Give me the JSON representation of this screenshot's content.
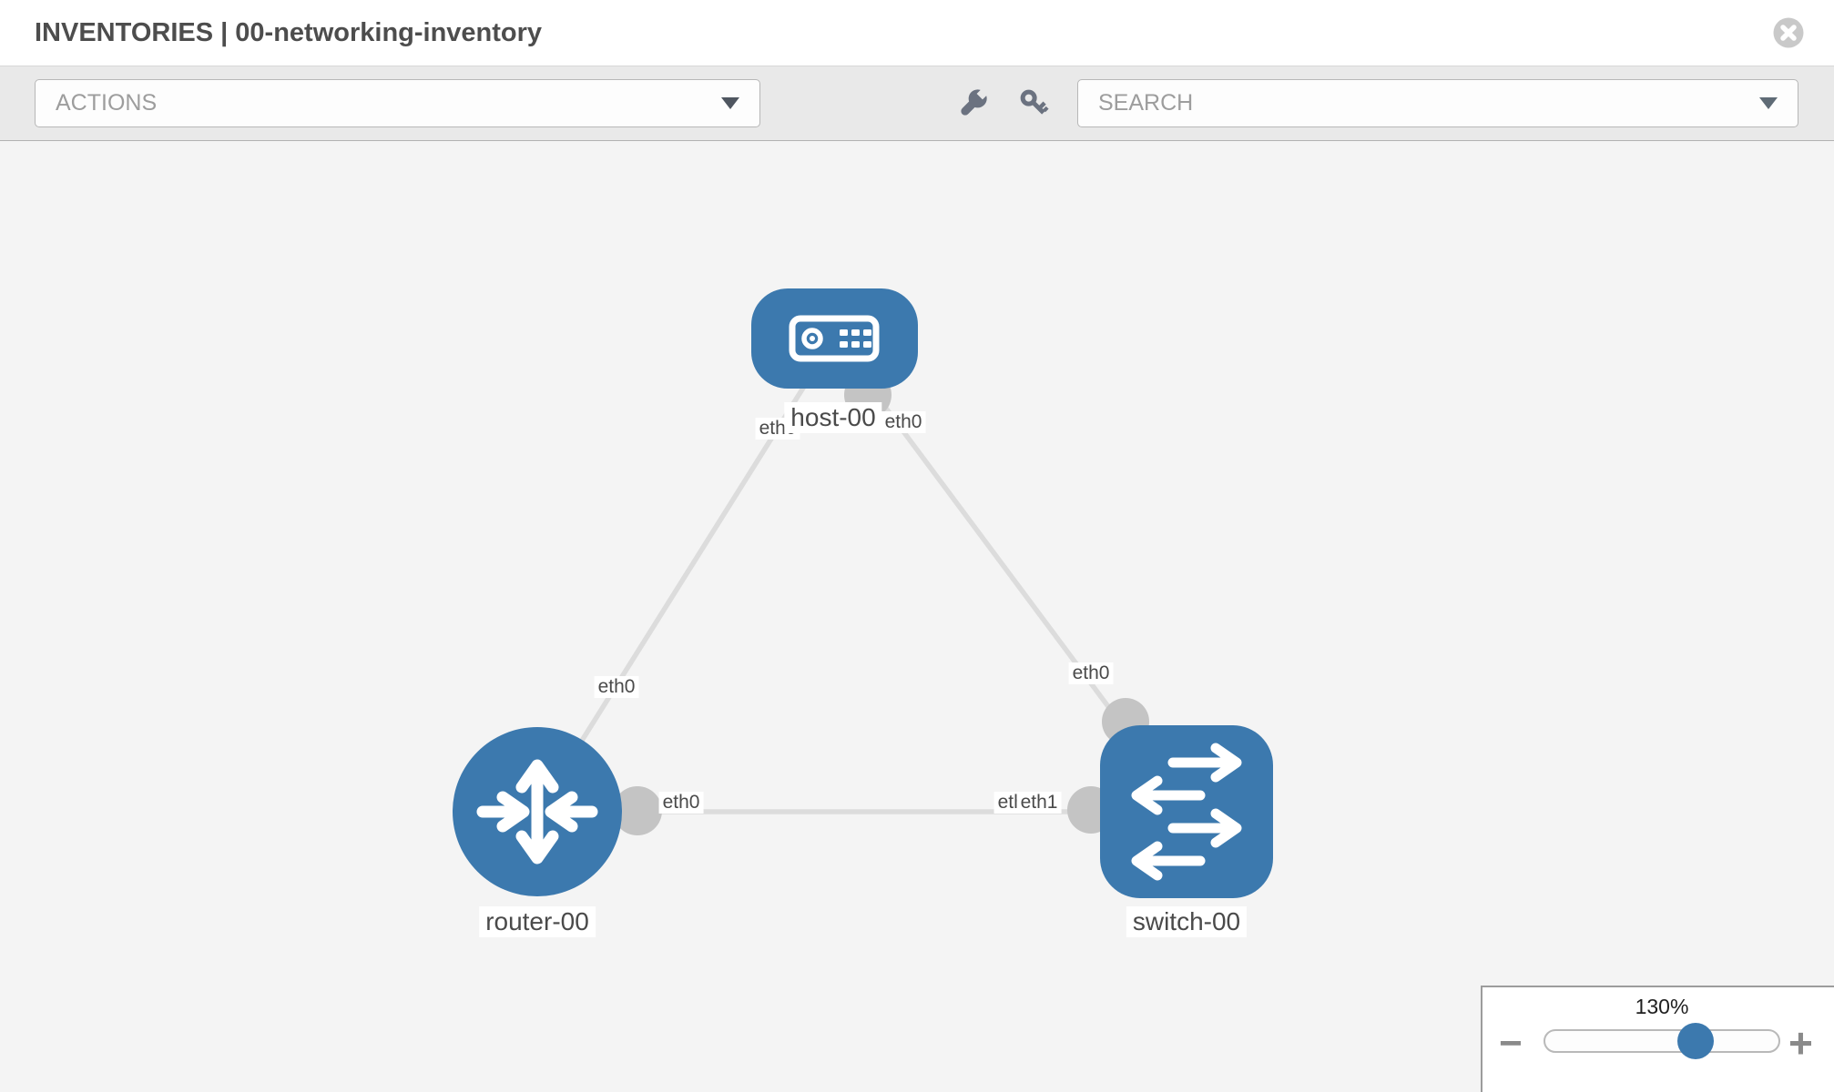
{
  "header": {
    "title": "INVENTORIES | 00-networking-inventory",
    "close_icon": "x-circle-icon"
  },
  "toolbar": {
    "actions_label": "ACTIONS",
    "search_placeholder": "SEARCH",
    "icons": [
      "wrench-icon",
      "key-icon"
    ]
  },
  "graph": {
    "nodes": [
      {
        "id": "host-00",
        "type": "host",
        "label": "host-00",
        "icon": "host-icon"
      },
      {
        "id": "router-00",
        "type": "router",
        "label": "router-00",
        "icon": "router-icon"
      },
      {
        "id": "switch-00",
        "type": "switch",
        "label": "switch-00",
        "icon": "switch-icon"
      }
    ],
    "links": [
      {
        "source": "host-00",
        "target": "router-00",
        "source_interface": "eth0",
        "target_interface": "eth0"
      },
      {
        "source": "host-00",
        "target": "switch-00",
        "source_interface": "eth0",
        "target_interface": "eth0"
      },
      {
        "source": "router-00",
        "target": "switch-00",
        "source_interface": "eth0",
        "target_interface": "eth1"
      }
    ],
    "interface_chips": {
      "host_to_router": "eth0",
      "host_to_switch": "eth0",
      "router_to_host": "eth0",
      "switch_to_host": "eth0",
      "router_to_switch": "eth0",
      "switch_overlap_a": "eth0",
      "switch_overlap_b": "eth1"
    }
  },
  "zoom_control": {
    "percent_label": "130%",
    "percent": 130,
    "minus_label": "−",
    "plus_label": "+"
  },
  "colors": {
    "node_blue": "#3c79ae",
    "link_gray": "#dcdcdc",
    "connector_gray": "#c4c4c4",
    "toolbar_bg": "#e9e9e9",
    "canvas_bg": "#f4f4f4"
  }
}
